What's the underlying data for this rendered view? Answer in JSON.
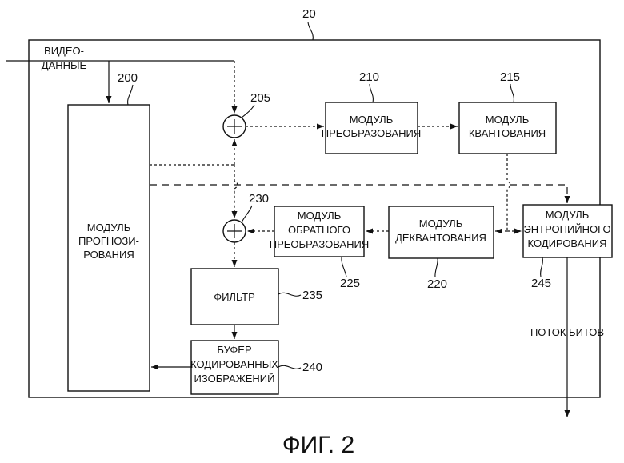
{
  "refs": {
    "device": "20",
    "prediction": "200",
    "adder1": "205",
    "transform": "210",
    "quant": "215",
    "adder2": "230",
    "invtransform": "225",
    "dequant": "220",
    "entropy": "245",
    "filter": "235",
    "buffer": "240"
  },
  "labels": {
    "video_input": [
      "ВИДЕО-",
      "ДАННЫЕ"
    ],
    "prediction": [
      "МОДУЛЬ",
      "ПРОГНОЗИ-",
      "РОВАНИЯ"
    ],
    "transform": [
      "МОДУЛЬ",
      "ПРЕОБРАЗОВАНИЯ"
    ],
    "quant": [
      "МОДУЛЬ",
      "КВАНТОВАНИЯ"
    ],
    "invtransform": [
      "МОДУЛЬ",
      "ОБРАТНОГО",
      "ПРЕОБРАЗОВАНИЯ"
    ],
    "dequant": [
      "МОДУЛЬ",
      "ДЕКВАНТОВАНИЯ"
    ],
    "entropy": [
      "МОДУЛЬ",
      "ЭНТРОПИЙНОГО",
      "КОДИРОВАНИЯ"
    ],
    "filter": [
      "ФИЛЬТР"
    ],
    "buffer": [
      "БУФЕР",
      "КОДИРОВАННЫХ",
      "ИЗОБРАЖЕНИЙ"
    ],
    "bitstream": "ПОТОК БИТОВ"
  },
  "caption": "ФИГ. 2"
}
